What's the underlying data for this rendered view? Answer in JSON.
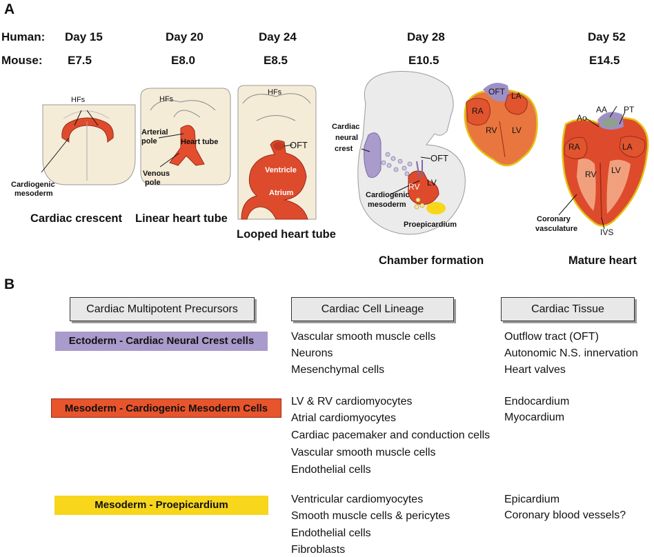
{
  "panel_a": {
    "letter": "A",
    "row_labels": {
      "human": "Human:",
      "mouse": "Mouse:"
    },
    "stages": [
      {
        "human_day": "Day 15",
        "mouse_day": "E7.5",
        "caption": "Cardiac crescent"
      },
      {
        "human_day": "Day 20",
        "mouse_day": "E8.0",
        "caption": "Linear heart tube"
      },
      {
        "human_day": "Day 24",
        "mouse_day": "E8.5",
        "caption": "Looped heart tube"
      },
      {
        "human_day": "Day 28",
        "mouse_day": "E10.5",
        "caption": "Chamber formation"
      },
      {
        "human_day": "Day 52",
        "mouse_day": "E14.5",
        "caption": "Mature heart"
      }
    ],
    "labels": {
      "hfs": "HFs",
      "cardiogenic_mesoderm_1": "Cardiogenic",
      "cardiogenic_mesoderm_2": "mesoderm",
      "arterial_pole_1": "Arterial",
      "arterial_pole_2": "pole",
      "heart_tube": "Heart tube",
      "venous_pole_1": "Venous",
      "venous_pole_2": "pole",
      "oft": "OFT",
      "ventricle": "Ventricle",
      "atrium": "Atrium",
      "cardiac_neural_crest_1": "Cardiac",
      "cardiac_neural_crest_2": "neural",
      "cardiac_neural_crest_3": "crest",
      "rv": "RV",
      "lv": "LV",
      "ra": "RA",
      "la": "LA",
      "proepicardium": "Proepicardium",
      "ao": "Ao",
      "aa": "AA",
      "pt": "PT",
      "coronary_1": "Coronary",
      "coronary_2": "vasculature",
      "ivs": "IVS"
    }
  },
  "panel_b": {
    "letter": "B",
    "headers": {
      "precursors": "Cardiac Multipotent Precursors",
      "lineage": "Cardiac Cell Lineage",
      "tissue": "Cardiac Tissue"
    },
    "groups": [
      {
        "precursor": "Ectoderm - Cardiac Neural Crest cells",
        "color": "#a99bcb",
        "lineage": [
          "Vascular smooth muscle cells",
          "Neurons",
          "Mesenchymal cells"
        ],
        "tissue": [
          "Outflow tract (OFT)",
          "Autonomic N.S. innervation",
          "Heart valves"
        ]
      },
      {
        "precursor": "Mesoderm - Cardiogenic Mesoderm Cells",
        "color": "#e8542b",
        "lineage": [
          "LV & RV cardiomyocytes",
          "Atrial cardiomyocytes",
          "Cardiac pacemaker and conduction cells",
          "Vascular smooth muscle cells",
          "Endothelial cells"
        ],
        "tissue": [
          "Endocardium",
          "Myocardium"
        ]
      },
      {
        "precursor": "Mesoderm - Proepicardium",
        "color": "#f7d61c",
        "lineage": [
          "Ventricular cardiomyocytes",
          "Smooth muscle cells & pericytes",
          "Endothelial cells",
          "Fibroblasts"
        ],
        "tissue": [
          "Epicardium",
          "Coronary blood vessels?"
        ]
      }
    ]
  }
}
